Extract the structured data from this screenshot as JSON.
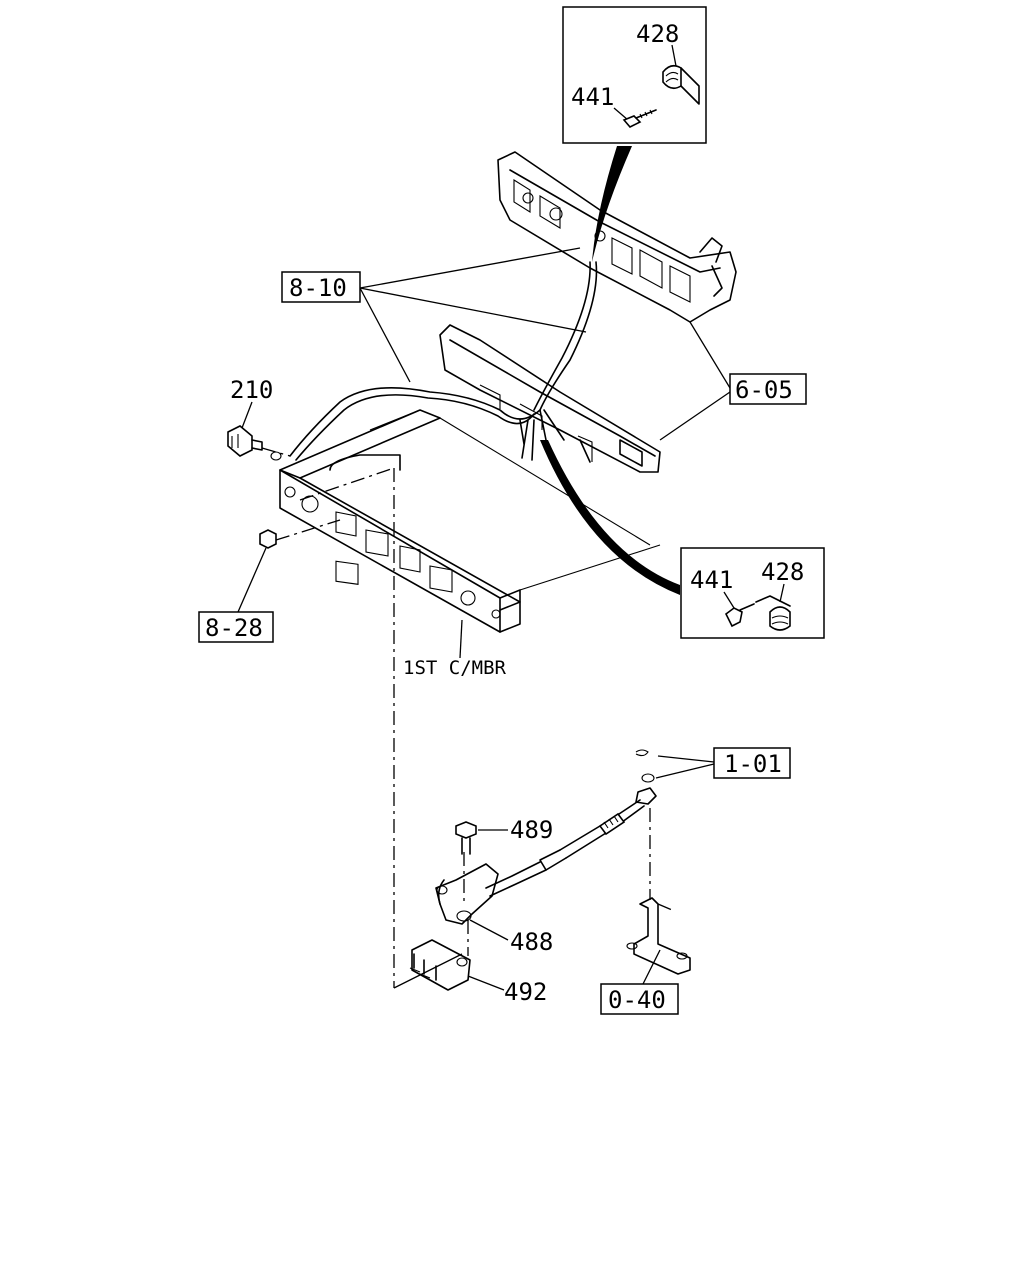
{
  "diagram": {
    "labels": {
      "p428_top": "428",
      "p441_top": "441",
      "ref_8_10": "8-10",
      "ref_6_05": "6-05",
      "p210": "210",
      "ref_8_28": "8-28",
      "p441_right": "441",
      "p428_right": "428",
      "crossmember": "1ST C/MBR",
      "ref_1_01": "1-01",
      "p489": "489",
      "p488": "488",
      "p492": "492",
      "ref_0_40": "0-40"
    }
  }
}
